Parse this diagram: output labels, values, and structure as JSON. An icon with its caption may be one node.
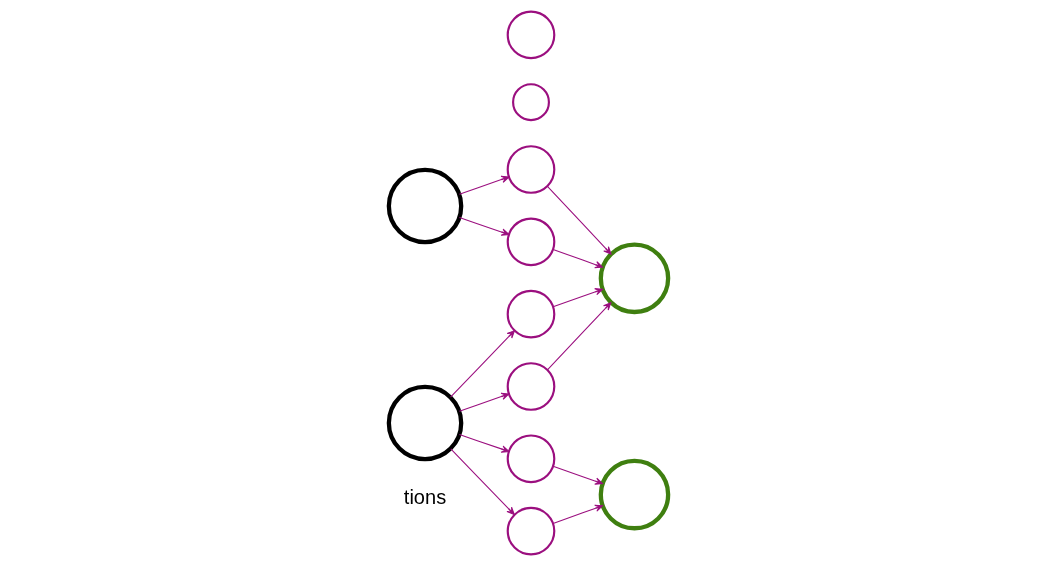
{
  "diagram": {
    "nodes": [
      {
        "text": [],
        "shape": "circle"
      },
      {
        "text": [],
        "shape": "circle"
      },
      {
        "text": [],
        "shape": "circle"
      },
      {
        "text": [],
        "shape": "circle"
      },
      {
        "text": [],
        "shape": "circle"
      },
      {
        "text": [],
        "shape": "circle"
      },
      {
        "text": [],
        "shape": "circle"
      },
      {
        "text": [],
        "shape": "circle"
      },
      {
        "text": [],
        "shape": "circle"
      },
      {
        "text": [],
        "shape": "circle"
      },
      {
        "text": [],
        "shape": "circle"
      },
      {
        "text": [],
        "shape": "circle"
      }
    ],
    "edges": [
      {
        "from": 0,
        "to": 1,
        "arrow": "to"
      },
      {
        "from": 0,
        "to": 2,
        "arrow": "to"
      },
      {
        "from": 1,
        "to": 5,
        "arrow": "to"
      },
      {
        "from": 2,
        "to": 5,
        "arrow": "to"
      },
      {
        "from": 8,
        "to": 5,
        "arrow": "to"
      },
      {
        "from": 7,
        "to": 5,
        "arrow": "to"
      },
      {
        "from": 11,
        "to": 8,
        "arrow": "to"
      },
      {
        "from": 11,
        "to": 7,
        "arrow": "to"
      },
      {
        "from": 11,
        "to": 9,
        "arrow": "to"
      },
      {
        "from": 9,
        "to": 6,
        "arrow": "to"
      },
      {
        "from": 11,
        "to": 10,
        "arrow": "to"
      },
      {
        "from": 10,
        "to": 6,
        "arrow": "to"
      }
    ],
    "labels": [
      "tions"
    ]
  }
}
